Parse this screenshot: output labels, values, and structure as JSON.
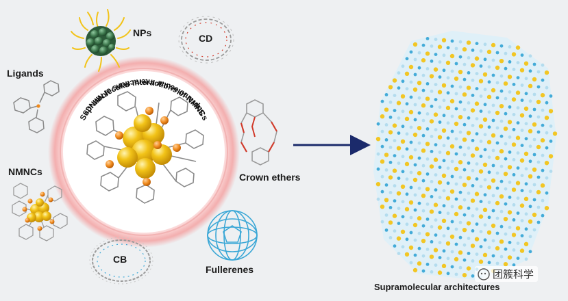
{
  "figure": {
    "labels": {
      "nps": "NPs",
      "cd": "CD",
      "ligands": "Ligands",
      "nmncs": "NMNCs",
      "crown_ethers": "Crown ethers",
      "cb": "CB",
      "fullerenes": "Fullerenes",
      "supramolecular_architectures": "Supramolecular architectures"
    },
    "ring_text": {
      "top": "Supramolecular Interactions of NMNCs",
      "bottom": "Supramolecular Interactions of NMNCs"
    },
    "watermark": "团簇科学",
    "colors": {
      "background": "#eef0f2",
      "gold": "#f2c318",
      "orange": "#f08a1c",
      "green_np": "#3f7a4f",
      "cyan": "#3aa7d6",
      "arrow": "#1b2a6b",
      "glow": "#f4a3a3",
      "crown_red": "#d13a2a"
    }
  }
}
